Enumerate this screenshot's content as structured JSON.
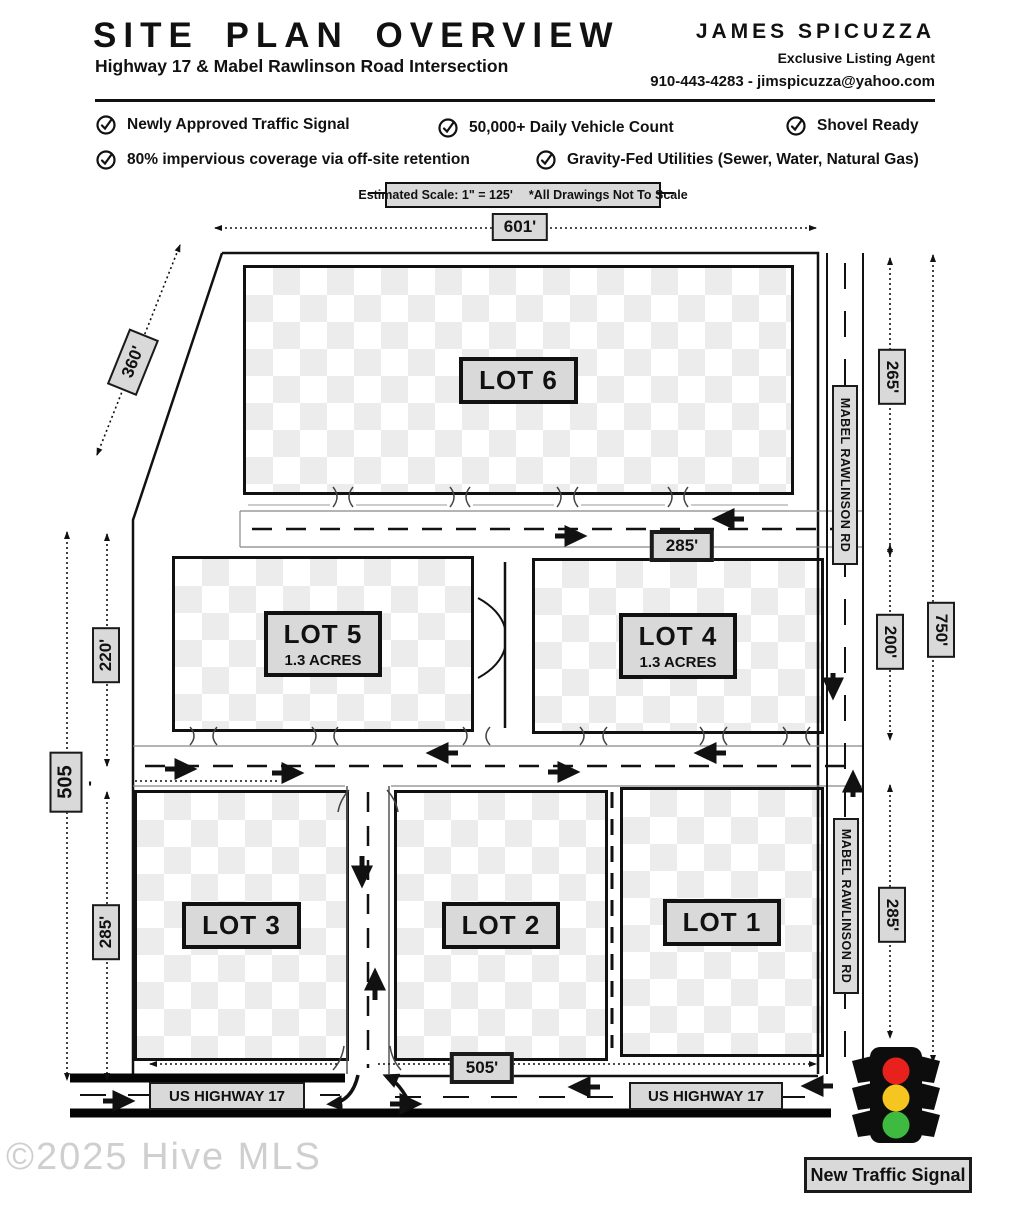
{
  "header": {
    "title": "SITE PLAN OVERVIEW",
    "subtitle": "Highway 17 & Mabel Rawlinson Road Intersection",
    "agent_name": "JAMES SPICUZZA",
    "agent_role": "Exclusive Listing Agent",
    "agent_contact": "910-443-4283 -  jimspicuzza@yahoo.com"
  },
  "features": [
    {
      "label": "Newly Approved Traffic Signal"
    },
    {
      "label": "50,000+ Daily Vehicle Count"
    },
    {
      "label": "Shovel Ready"
    },
    {
      "label": "80% impervious coverage via off-site retention"
    },
    {
      "label": "Gravity-Fed Utilities (Sewer, Water, Natural Gas)"
    }
  ],
  "scale_note": {
    "scale": "Estimated Scale: 1\" = 125'",
    "disclaimer": "*All Drawings Not To Scale"
  },
  "lots": {
    "lot6": {
      "name": "LOT 6"
    },
    "lot5": {
      "name": "LOT 5",
      "acreage": "1.3 ACRES"
    },
    "lot4": {
      "name": "LOT 4",
      "acreage": "1.3 ACRES"
    },
    "lot3": {
      "name": "LOT 3"
    },
    "lot2": {
      "name": "LOT 2"
    },
    "lot1": {
      "name": "LOT 1"
    }
  },
  "dimensions": {
    "top": "601'",
    "diagonal": "360'",
    "left_total": "505",
    "left_total_tick": "'",
    "left_upper": "220'",
    "left_lower": "285'",
    "right_upper": "265'",
    "right_mid": "200'",
    "right_lower": "285'",
    "right_total": "750'",
    "mid_road": "285'",
    "bottom": "505'"
  },
  "roads": {
    "mabel_upper": "MABEL RAWLINSON RD",
    "mabel_lower": "MABEL RAWLINSON RD",
    "us17_left": "US HIGHWAY 17",
    "us17_right": "US HIGHWAY 17"
  },
  "traffic_signal": {
    "label": "New Traffic Signal",
    "red": "#e8211d",
    "yellow": "#f6c51f",
    "green": "#3fba41"
  },
  "watermark": "©2025 Hive MLS",
  "colors": {
    "label_bg": "#d9d9d9",
    "line": "#111111",
    "checker": "#ececec"
  }
}
